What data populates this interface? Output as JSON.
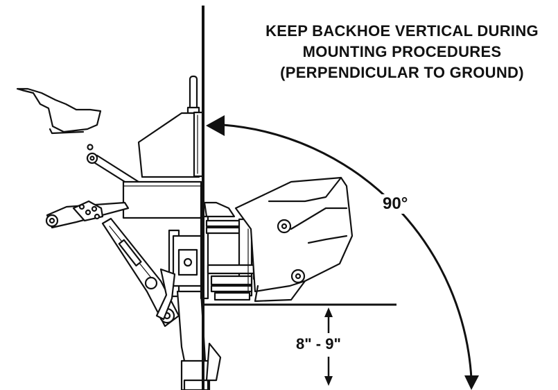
{
  "instructions": {
    "line1": "KEEP BACKHOE VERTICAL DURING",
    "line2": "MOUNTING PROCEDURES",
    "line3": "(PERPENDICULAR TO GROUND)"
  },
  "angle": {
    "label": "90°"
  },
  "dimension": {
    "label": "8\" - 9\""
  },
  "colors": {
    "ink": "#111111",
    "paper": "#ffffff"
  }
}
